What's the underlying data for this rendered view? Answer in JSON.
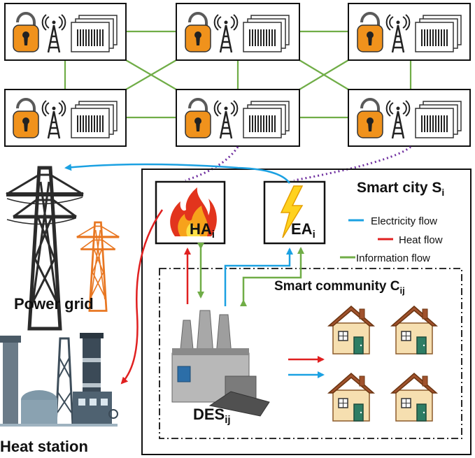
{
  "blockchain": {
    "nodes": [
      {
        "icons": [
          "lock-icon",
          "antenna-icon",
          "ledger-icon"
        ]
      },
      {
        "icons": [
          "lock-icon",
          "antenna-icon",
          "ledger-icon"
        ]
      },
      {
        "icons": [
          "lock-icon",
          "antenna-icon",
          "ledger-icon"
        ]
      },
      {
        "icons": [
          "lock-icon",
          "antenna-icon",
          "ledger-icon"
        ]
      },
      {
        "icons": [
          "lock-icon",
          "antenna-icon",
          "ledger-icon"
        ]
      },
      {
        "icons": [
          "lock-icon",
          "antenna-icon",
          "ledger-icon"
        ]
      }
    ],
    "link_color": "#70ad47"
  },
  "agents": {
    "ha": {
      "main": "HA",
      "sub": "i",
      "icon": "flame-icon"
    },
    "ea": {
      "main": "EA",
      "sub": "i",
      "icon": "lightning-icon"
    }
  },
  "smart_city": {
    "main": "Smart city S",
    "sub": "i"
  },
  "smart_community": {
    "main": "Smart community C",
    "sub": "ij"
  },
  "des": {
    "main": "DES",
    "sub": "ij",
    "icon": "factory-icon"
  },
  "legend": {
    "electricity": "Electricity flow",
    "heat": "Heat flow",
    "information": "Information flow"
  },
  "external": {
    "power_grid": "Power grid",
    "heat_station": "Heat station"
  },
  "colors": {
    "electricity": "#1ba1e2",
    "heat": "#e02020",
    "information": "#70ad47",
    "chain_link": "#7030a0",
    "lock": "#f0921c",
    "house_roof": "#a0522d",
    "house_wall": "#f6dfb0"
  }
}
